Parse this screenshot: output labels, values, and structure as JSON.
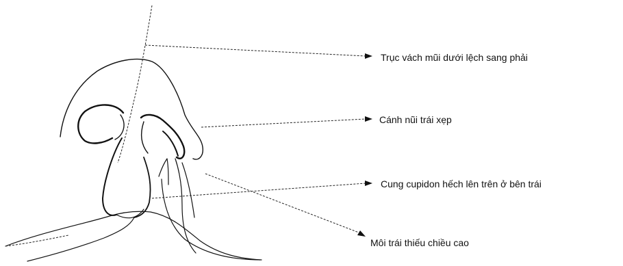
{
  "annotations": [
    {
      "id": "septum",
      "text": "Trục vách mũi dưới lệch sang phải"
    },
    {
      "id": "wing",
      "text": "Cánh nũi trái xẹp"
    },
    {
      "id": "cupid",
      "text": "Cung cupidon hếch lên trên ở bên trái"
    },
    {
      "id": "lip",
      "text": "Môi trái thiếu chiều cao"
    }
  ],
  "colors": {
    "line": "#111111",
    "background": "#ffffff"
  }
}
